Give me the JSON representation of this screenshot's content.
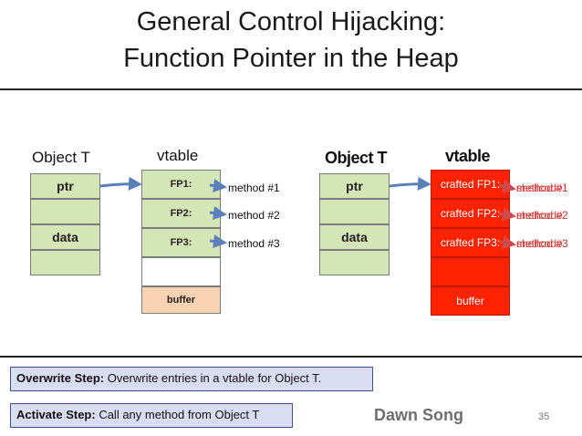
{
  "title": {
    "line1": "General Control Hijacking:",
    "line2": "Function Pointer in the Heap"
  },
  "left": {
    "object_label": "Object T",
    "vtable_label": "vtable",
    "object_cells": [
      "ptr",
      "",
      "data",
      ""
    ],
    "vtable_cells": [
      "FP1:",
      "FP2:",
      "FP3:",
      "",
      "buffer"
    ],
    "methods": [
      "method #1",
      "method #2",
      "method #3"
    ]
  },
  "right": {
    "object_label": "Object T",
    "vtable_label": "vtable",
    "object_cells": [
      "ptr",
      "",
      "data",
      ""
    ],
    "vtable_cells": [
      "crafted FP1:",
      "crafted FP2:",
      "crafted FP3:",
      "",
      "buffer"
    ],
    "methods": [
      "method #1",
      "method #2",
      "method #3"
    ],
    "shellcode_overlay": [
      "shellcode",
      "shellcode",
      "shellcode"
    ]
  },
  "steps": {
    "overwrite_label": "Overwrite Step:",
    "overwrite_text": "Overwrite entries in a vtable for Object T.",
    "activate_label": "Activate Step:",
    "activate_text": "Call any method from Object T"
  },
  "footer": {
    "author": "Dawn Song",
    "page_number": "35"
  },
  "colors": {
    "object_cell": "#d4e6b5",
    "buffer_cell": "#fbd2b2",
    "crafted_cell": "#ff2200",
    "arrow": "#5b7fb9",
    "step_box": "#d9ddf2"
  }
}
